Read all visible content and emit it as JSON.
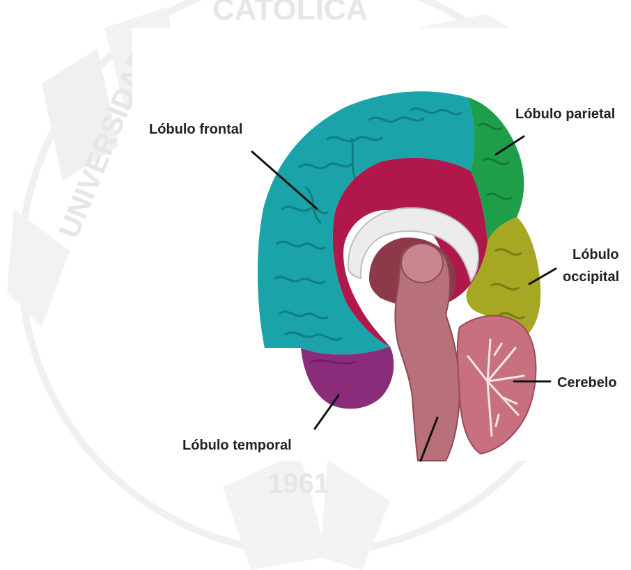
{
  "watermark": {
    "arc_top": "CATOLICA",
    "arc_left": "UNIVERSIDAD",
    "year": "1961"
  },
  "labels": {
    "frontal": "Lóbulo frontal",
    "parietal": "Lóbulo parietal",
    "occipital_line1": "Lóbulo",
    "occipital_line2": "occipital",
    "cerebellum": "Cerebelo",
    "temporal": "Lóbulo temporal"
  },
  "colors": {
    "frontal_lobe": "#1aa3a8",
    "parietal_lobe": "#1f9e4a",
    "occipital_lobe": "#a6a823",
    "temporal_lobe": "#8a2c7a",
    "cingulate": "#b0174a",
    "corpus_callosum": "#ececec",
    "brainstem": "#b8707a",
    "cerebellum": "#c9707e"
  }
}
